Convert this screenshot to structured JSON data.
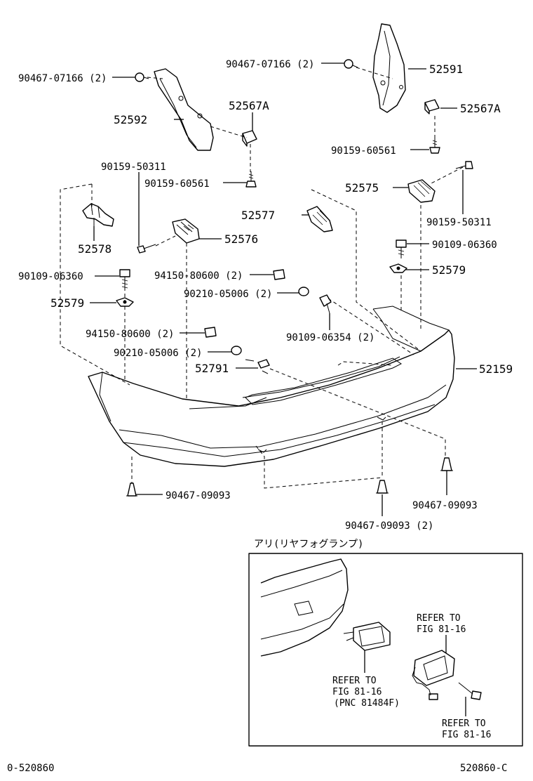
{
  "callouts": {
    "left_upper_clip": "90467-07166 (2)",
    "right_upper_clip": "90467-07166 (2)",
    "mudguard_lh": "52592",
    "mudguard_rh": "52591",
    "seal_lh": "52567A",
    "seal_rh": "52567A",
    "screw_rh_60561": "90159-60561",
    "screw_lh_60561": "90159-60561",
    "screw_lh_50311": "90159-50311",
    "screw_rh_50311": "90159-50311",
    "retainer_52575": "52575",
    "retainer_52577": "52577",
    "retainer_52578": "52578",
    "retainer_52576": "52576",
    "bolt_lh_06360": "90109-06360",
    "bolt_rh_06360": "90109-06360",
    "nut_lh_52579": "52579",
    "nut_rh_52579": "52579",
    "nut_94150_a": "94150-80600 (2)",
    "nut_94150_b": "94150-80600 (2)",
    "washer_05006_a": "90210-05006 (2)",
    "washer_05006_b": "90210-05006 (2)",
    "bolt_06354": "90109-06354 (2)",
    "clip_52791": "52791",
    "bumper_cover": "52159",
    "clip_09093_left": "90467-09093",
    "clip_09093_mid": "90467-09093 (2)",
    "clip_09093_right": "90467-09093"
  },
  "inset": {
    "title": "アリ(リヤフォグランプ)",
    "refer_1_line1": "REFER TO",
    "refer_1_line2": "FIG 81-16",
    "refer_2_line1": "REFER TO",
    "refer_2_line2": "FIG 81-16",
    "refer_2_line3": "(PNC 81484F)",
    "refer_3_line1": "REFER TO",
    "refer_3_line2": "FIG 81-16"
  },
  "footer": {
    "left_code": "0-520860",
    "right_code": "520860-C"
  }
}
